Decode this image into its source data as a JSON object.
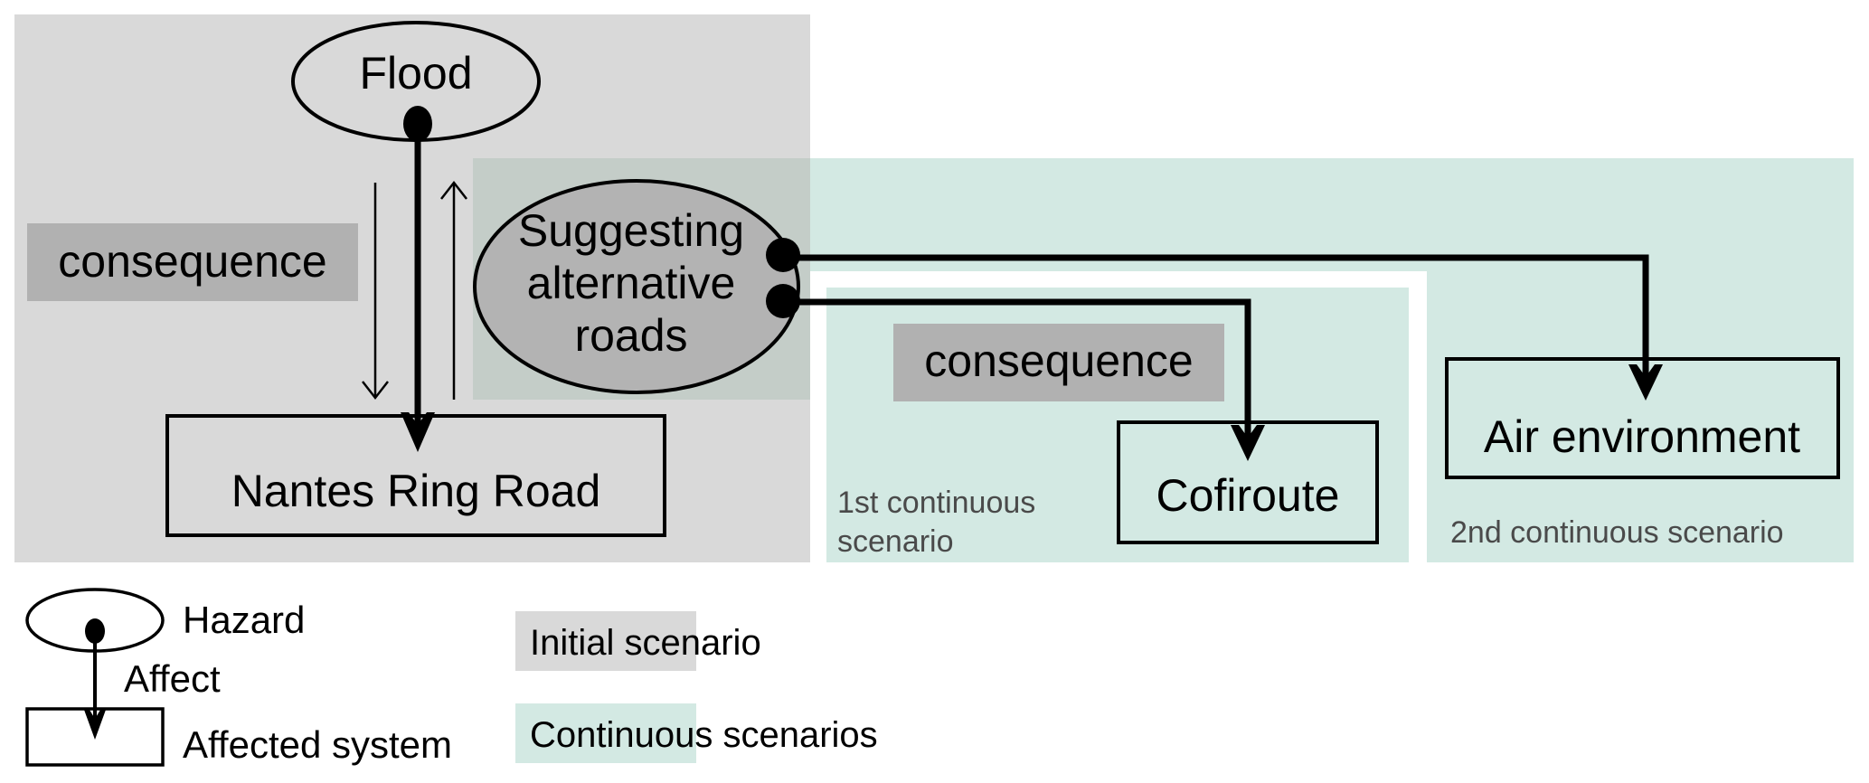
{
  "colors": {
    "initial_scenario_bg": "#d9d9d9",
    "continuous_scenario_bg": "#d3e9e3",
    "overlap_bg": "#c4cdc8",
    "consequence_label_bg": "#b1b1b1",
    "suggest_node_fill": "#b3b3b3",
    "line": "#000000",
    "scenario_caption": "#4a4a4a"
  },
  "nodes": {
    "flood": {
      "label": "Flood",
      "kind": "hazard"
    },
    "suggest": {
      "lines": [
        "Suggesting",
        "alternative",
        "roads"
      ],
      "kind": "hazard"
    },
    "nantes": {
      "label": "Nantes Ring Road",
      "kind": "affected system"
    },
    "cofiroute": {
      "label": "Cofiroute",
      "kind": "affected system"
    },
    "air": {
      "label": "Air environment",
      "kind": "affected system"
    }
  },
  "labels": {
    "consequence_left": "consequence",
    "consequence_mid": "consequence",
    "first_continuous": [
      "1st continuous",
      "scenario"
    ],
    "second_continuous": "2nd continuous scenario"
  },
  "edges": [
    {
      "from": "flood",
      "to": "nantes",
      "type": "affect"
    },
    {
      "from": "suggest",
      "to": "air",
      "type": "affect"
    },
    {
      "from": "suggest",
      "to": "cofiroute",
      "type": "affect"
    }
  ],
  "legend": {
    "hazard": "Hazard",
    "affect": "Affect",
    "affected_system": "Affected system",
    "initial_scenario": "Initial scenario",
    "continuous_scenarios": "Continuous scenarios"
  }
}
